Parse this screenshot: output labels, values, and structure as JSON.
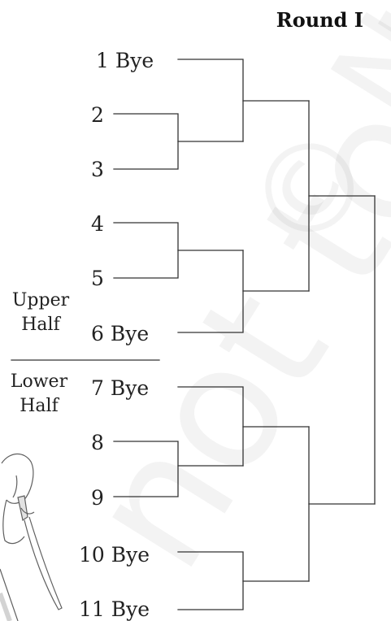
{
  "round_title": "Round I",
  "upper_half_label": [
    "Upper",
    "Half"
  ],
  "lower_half_label": [
    "Lower",
    "Half"
  ],
  "entrants": [
    "1 Bye",
    "2",
    "3",
    "4",
    "5",
    "6 Bye",
    "7 Bye",
    "8",
    "9",
    "10 Bye",
    "11 Bye"
  ],
  "watermark": "© NCERT not to be republished",
  "colors": {
    "line": "#333333",
    "text": "#222222"
  }
}
